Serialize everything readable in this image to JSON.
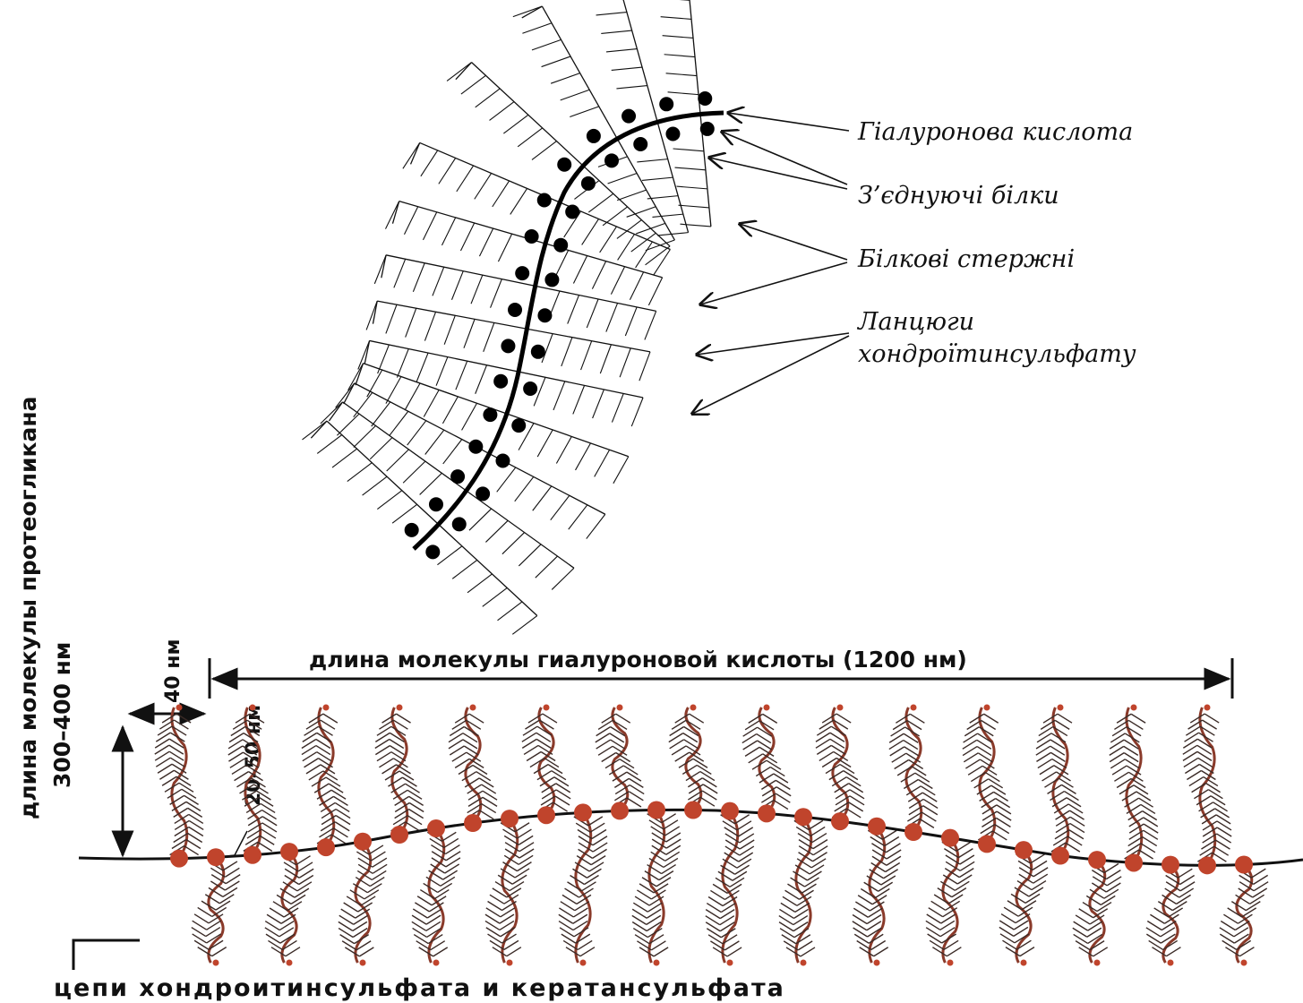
{
  "top_diagram": {
    "labels": {
      "hyaluronic_acid": "Гіалуронова кислота",
      "link_proteins": "З’єднуючі білки",
      "core_proteins": "Білкові стержні",
      "cs_chains_line1": "Ланцюги",
      "cs_chains_line2": "хондроїтинсульфату"
    }
  },
  "bottom_diagram": {
    "labels": {
      "ha_length": "длина молекулы гиалуроновой кислоты (1200 нм)",
      "proteoglycan_length_line1": "длина молекулы протеогликана",
      "proteoglycan_length_line2": "300–400 нм",
      "spacing_40": "40 нм",
      "spacing_20_50": "20–50 нм",
      "chains": "цепи хондроитинсульфата и кератансульфата"
    },
    "colors": {
      "node": "#c0442c",
      "strand": "#3a2a26"
    }
  }
}
